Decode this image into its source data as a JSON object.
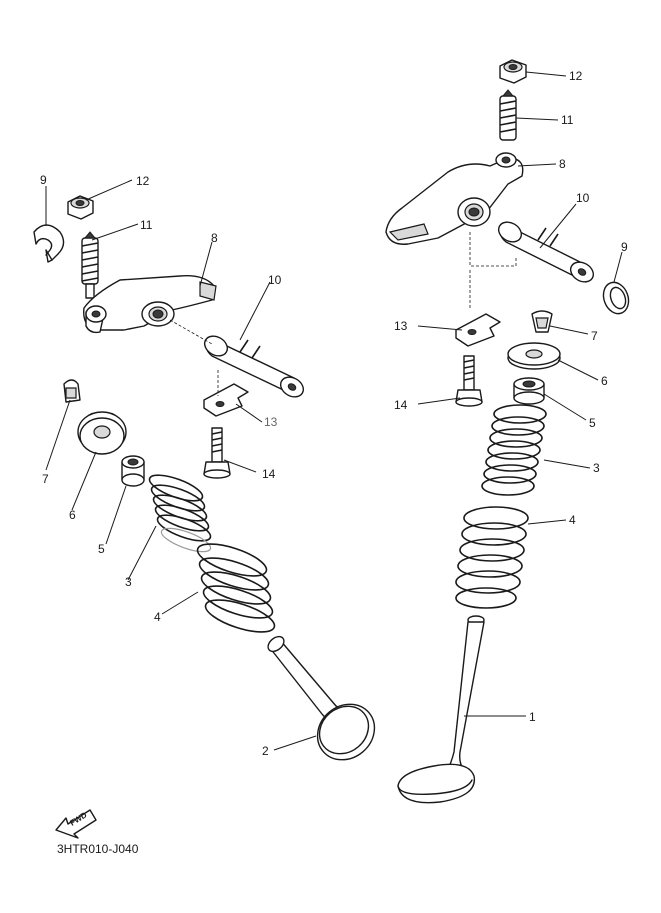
{
  "diagram_code": "3HTR010-J040",
  "direction_label": "FWD",
  "callouts": {
    "left": {
      "n9": "9",
      "n12": "12",
      "n11": "11",
      "n8": "8",
      "n10": "10",
      "n13": "13",
      "n14": "14",
      "n7": "7",
      "n6": "6",
      "n5": "5",
      "n3": "3",
      "n4": "4",
      "n2": "2"
    },
    "right": {
      "n12": "12",
      "n11": "11",
      "n8": "8",
      "n10": "10",
      "n9": "9",
      "n13": "13",
      "n7": "7",
      "n6": "6",
      "n14": "14",
      "n5": "5",
      "n3": "3",
      "n4": "4",
      "n1": "1"
    }
  }
}
